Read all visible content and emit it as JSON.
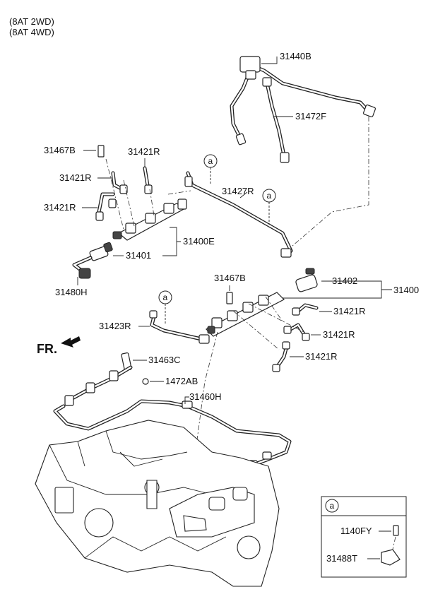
{
  "header": {
    "line1": "(8AT 2WD)",
    "line2": "(8AT 4WD)"
  },
  "direction": {
    "label": "FR."
  },
  "labels": {
    "p31440B": "31440B",
    "p31472F": "31472F",
    "p31467B_top": "31467B",
    "p31421R_a": "31421R",
    "p31421R_b": "31421R",
    "p31421R_c": "31421R",
    "p31427R": "31427R",
    "p31400E": "31400E",
    "p31401": "31401",
    "p31480H": "31480H",
    "p31467B_mid": "31467B",
    "p31402": "31402",
    "p31400": "31400",
    "p31421R_d": "31421R",
    "p31421R_e": "31421R",
    "p31421R_f": "31421R",
    "p31423R": "31423R",
    "p31463C": "31463C",
    "p1472AB": "1472AB",
    "p31460H": "31460H"
  },
  "callout_marker": "a",
  "detail_box": {
    "marker": "a",
    "part1": "1140FY",
    "part2": "31488T"
  }
}
